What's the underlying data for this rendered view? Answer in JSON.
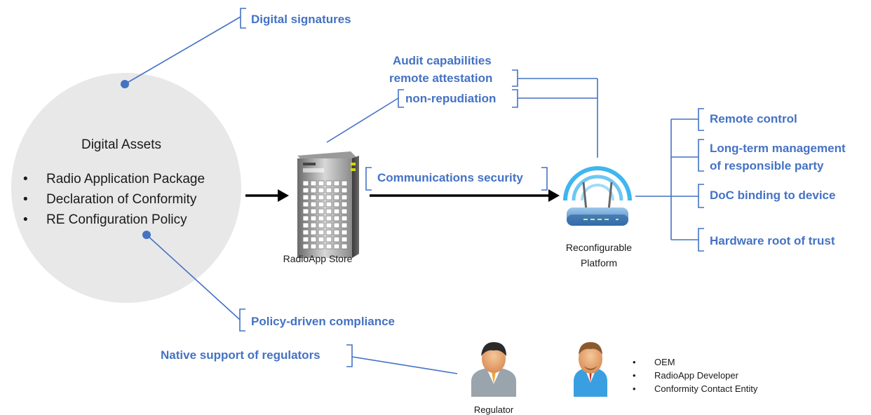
{
  "digital_assets": {
    "title": "Digital Assets",
    "items": [
      "Radio Application Package",
      "Declaration of Conformity",
      "RE Configuration Policy"
    ]
  },
  "labels": {
    "digital_signatures": "Digital signatures",
    "audit_capabilities": "Audit capabilities",
    "remote_attestation": "remote attestation",
    "non_repudiation": "non-repudiation",
    "communications_security": "Communications security",
    "policy_driven_compliance": "Policy-driven compliance",
    "native_support": "Native support of regulators"
  },
  "radioapp_store": {
    "label": "RadioApp Store"
  },
  "platform": {
    "line1": "Reconfigurable",
    "line2": "Platform"
  },
  "platform_features": {
    "remote_control": "Remote control",
    "long_term_1": "Long-term management",
    "long_term_2": "of responsible party",
    "doc_binding": "DoC binding to device",
    "hw_root": "Hardware root of trust"
  },
  "regulator": {
    "label": "Regulator"
  },
  "stakeholders": [
    "OEM",
    "RadioApp Developer",
    "Conformity Contact Entity"
  ],
  "colors": {
    "accent": "#4472c4",
    "circle": "#e8e8e8"
  }
}
